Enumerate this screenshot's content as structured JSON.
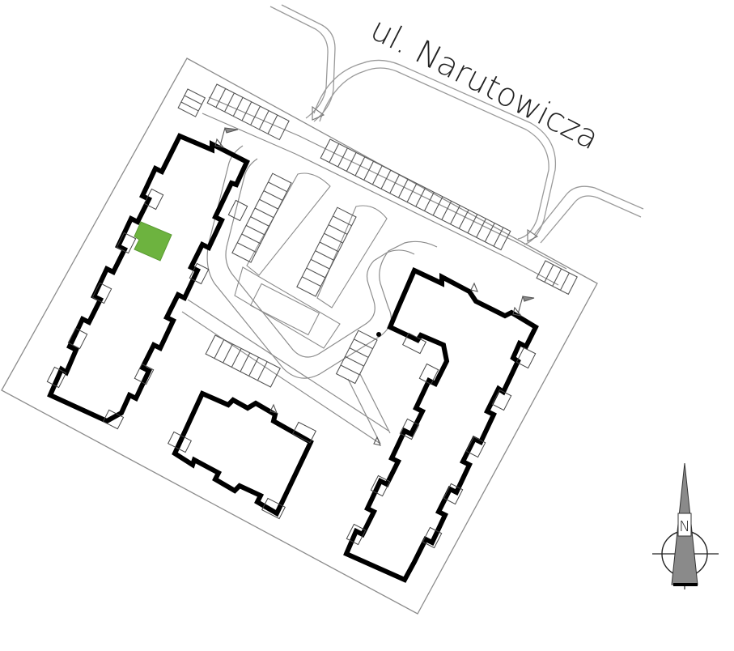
{
  "street": {
    "label": "ul. Narutowicza"
  },
  "compass": {
    "letter": "N"
  },
  "colors": {
    "building_outline": "#000000",
    "site_lines": "#8c8c8c",
    "highlight_unit": "#6db33f",
    "compass_fill": "#8a8a8a"
  },
  "buildings": [
    {
      "name": "building-left-long"
    },
    {
      "name": "building-bottom-small"
    },
    {
      "name": "building-right-long"
    }
  ],
  "highlight": {
    "name": "selected-apartment",
    "state": "selected"
  }
}
